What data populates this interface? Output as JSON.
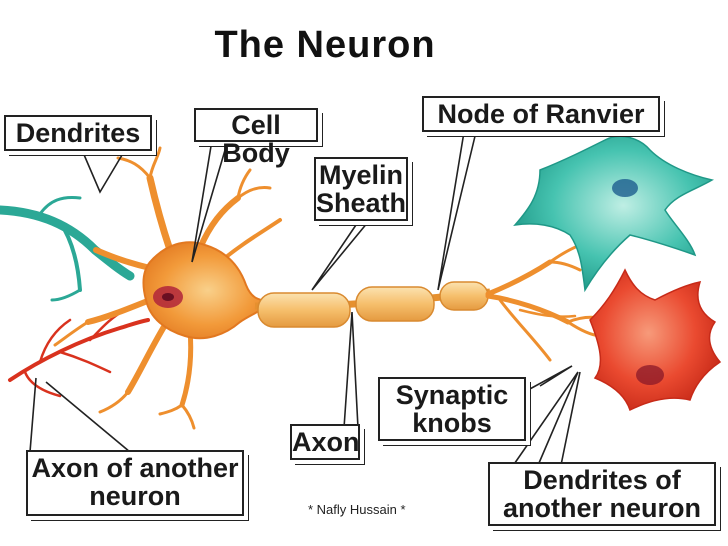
{
  "title": "The Neuron",
  "labels": {
    "dendrites": "Dendrites",
    "cell_body": "Cell Body",
    "node_of_ranvier": "Node of Ranvier",
    "myelin_sheath": [
      "Myelin",
      "Sheath"
    ],
    "synaptic_knobs": [
      "Synaptic",
      "knobs"
    ],
    "axon": "Axon",
    "axon_of_another_neuron": [
      "Axon of another",
      "neuron"
    ],
    "dendrites_of_another_neuron": [
      "Dendrites of",
      "another neuron"
    ]
  },
  "credit": "* Nafly Hussain *",
  "colors": {
    "main_neuron": "#f29a3a",
    "teal_neuron": "#38b8a8",
    "red_neuron": "#e8412c",
    "myelin": "#f7c77a",
    "nucleus": "#b0243a"
  }
}
